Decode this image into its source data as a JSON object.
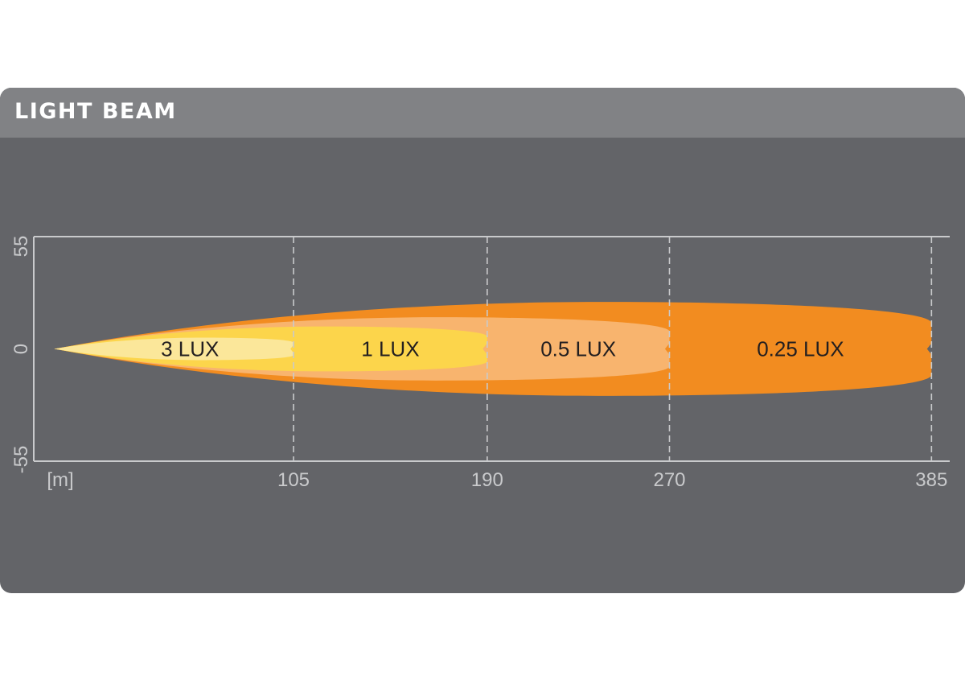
{
  "header": {
    "title": "LIGHT BEAM"
  },
  "colors": {
    "panel_bg": "#636468",
    "header_bg": "#818285",
    "axis": "#c9cacc",
    "lux_3": "#fbe79a",
    "lux_1": "#fcd54b",
    "lux_0_5": "#f8b46e",
    "lux_0_25": "#f28c20",
    "label_text": "#231f20"
  },
  "chart_data": {
    "type": "area",
    "xlabel": "[m]",
    "x_ticks": [
      {
        "value": 105,
        "label": "105"
      },
      {
        "value": 190,
        "label": "190"
      },
      {
        "value": 270,
        "label": "270"
      },
      {
        "value": 385,
        "label": "385"
      }
    ],
    "y_ticks": [
      {
        "value": 55,
        "label": "55"
      },
      {
        "value": 0,
        "label": "0"
      },
      {
        "value": -55,
        "label": "-55"
      }
    ],
    "xlim": [
      -9,
      393
    ],
    "ylim": [
      -55,
      55
    ],
    "grid": "dashed vertical lines at x ticks",
    "series": [
      {
        "name": "0.25 LUX",
        "label": "0.25 LUX",
        "reach": 385,
        "half_width": 23,
        "color_key": "lux_0_25"
      },
      {
        "name": "0.5 LUX",
        "label": "0.5 LUX",
        "reach": 270,
        "half_width": 15.5,
        "color_key": "lux_0_5"
      },
      {
        "name": "1 LUX",
        "label": "1 LUX",
        "reach": 190,
        "half_width": 11,
        "color_key": "lux_1"
      },
      {
        "name": "3 LUX",
        "label": "3 LUX",
        "reach": 105,
        "half_width": 5.5,
        "color_key": "lux_3"
      }
    ]
  }
}
